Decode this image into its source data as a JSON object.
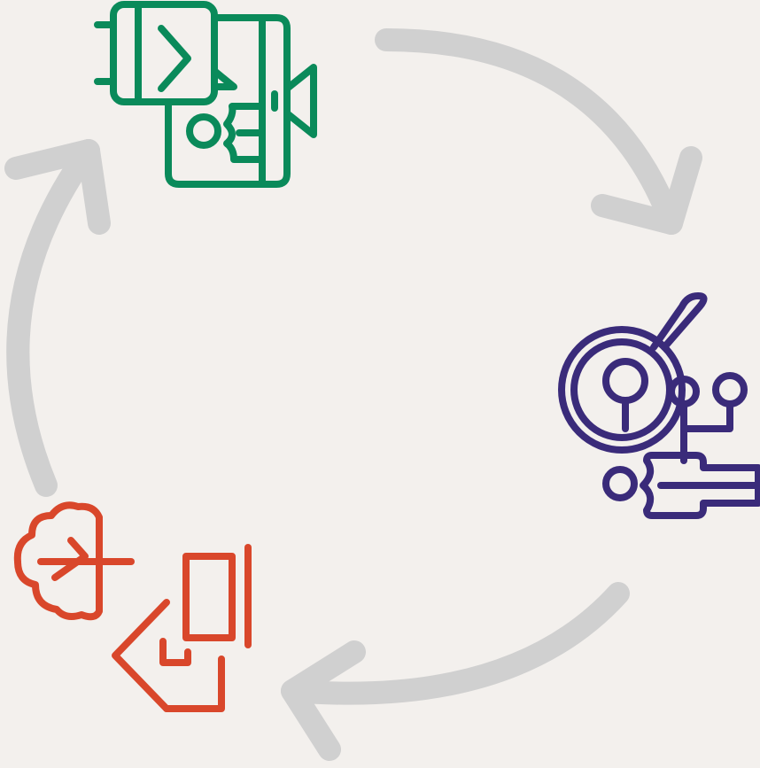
{
  "diagram": {
    "type": "cycle",
    "background_color": "#f3f0ed",
    "arrow_color": "#d0d0d0",
    "nodes": [
      {
        "id": "top",
        "icon": "devices-video-icon",
        "color": "#0a8a5a"
      },
      {
        "id": "right",
        "icon": "search-network-icon",
        "color": "#3a2b7a"
      },
      {
        "id": "bottom-left",
        "icon": "cloud-home-icon",
        "color": "#d9472b"
      }
    ],
    "arrows": [
      {
        "from": "top",
        "to": "right"
      },
      {
        "from": "right",
        "to": "bottom-left"
      },
      {
        "from": "bottom-left",
        "to": "top"
      }
    ]
  }
}
